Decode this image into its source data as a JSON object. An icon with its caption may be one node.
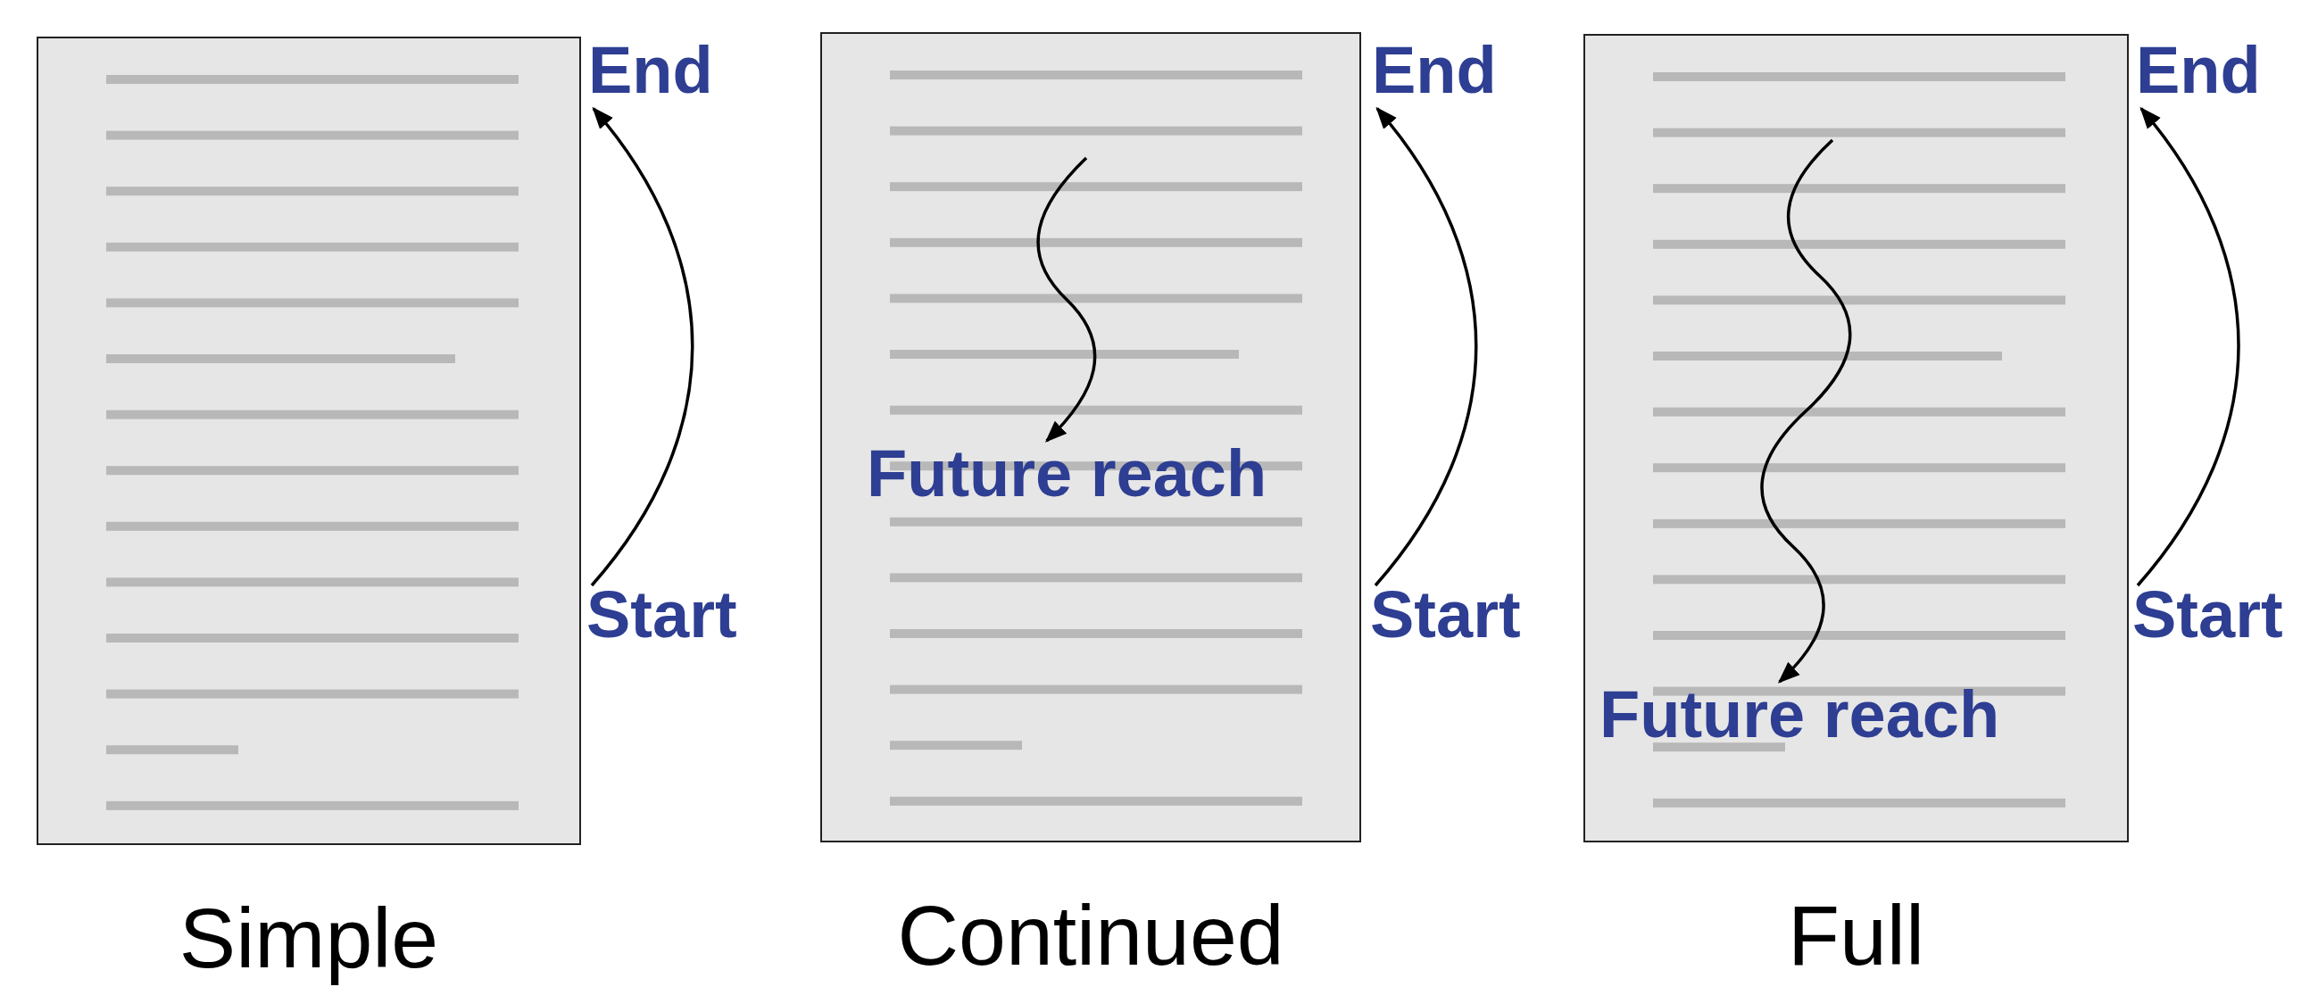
{
  "diagram": {
    "nodes": [
      {
        "text": [],
        "shape": "box",
        "beside": [
          "Simple"
        ]
      },
      {
        "text": [
          "End"
        ]
      },
      {
        "text": [
          "Start"
        ]
      },
      {
        "text": [],
        "shape": "box",
        "beside": [
          "Continued"
        ]
      },
      {
        "text": [
          "Future reach"
        ],
        "in": 3
      },
      {
        "text": [
          "End"
        ]
      },
      {
        "text": [
          "Start"
        ]
      },
      {
        "text": [],
        "shape": "box",
        "beside": [
          "Full"
        ]
      },
      {
        "text": [
          "Future reach"
        ],
        "in": 7
      },
      {
        "text": [
          "End"
        ]
      },
      {
        "text": [
          "Start"
        ]
      }
    ],
    "edges": [
      {
        "from": 2,
        "to": 1,
        "arrow": "to"
      },
      {
        "from": null,
        "to": 4,
        "arrow": "to"
      },
      {
        "from": 6,
        "to": 5,
        "arrow": "to"
      },
      {
        "from": null,
        "to": 8,
        "arrow": "to"
      },
      {
        "from": 10,
        "to": 9,
        "arrow": "to"
      }
    ]
  }
}
